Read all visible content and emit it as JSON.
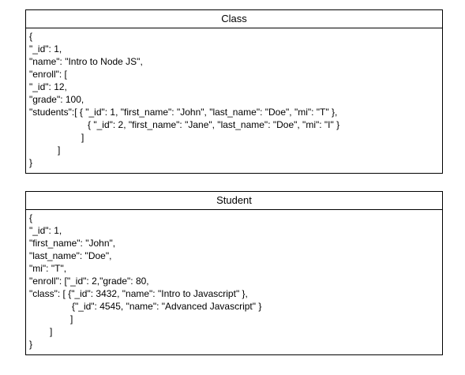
{
  "class_box": {
    "title": "Class",
    "lines": [
      "{",
      "\"_id\": 1,",
      "\"name\": \"Intro to Node JS\",",
      "\"enroll\": [",
      "\"_id\": 12,",
      "\"grade\": 100,",
      "\"students\":[ { \"_id\": 1, \"first_name\": \"John\", \"last_name\": \"Doe\", \"mi\": \"T\" },",
      "{ \"_id\": 2, \"first_name\": \"Jane\", \"last_name\": \"Doe\", \"mi\": \"I\" }",
      "]",
      "]",
      "}"
    ]
  },
  "student_box": {
    "title": "Student",
    "lines": [
      "{",
      "\"_id\": 1,",
      "\"first_name\": \"John\",",
      "\"last_name\": \"Doe\",",
      "\"mi\": \"T\",",
      "\"enroll\": [\"_id\": 2,\"grade\": 80,",
      "\"class\": [ {\"_id\": 3432, \"name\": \"Intro to Javascript\" },",
      "{\"_id\": 4545, \"name\": \"Advanced Javascript\" }",
      "]",
      "]",
      "}"
    ]
  }
}
